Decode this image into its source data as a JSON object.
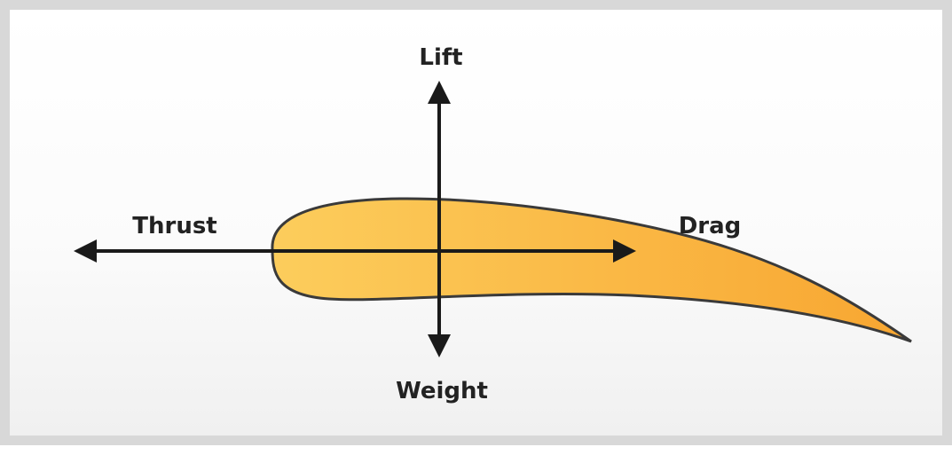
{
  "forces": {
    "lift": "Lift",
    "thrust": "Thrust",
    "drag": "Drag",
    "weight": "Weight"
  },
  "colors": {
    "airfoil_fill_light": "#fccd5c",
    "airfoil_fill_dark": "#f8a631",
    "airfoil_outline": "#3a3a3a",
    "arrow": "#1a1a1a",
    "frame": "#d8d8d8"
  }
}
